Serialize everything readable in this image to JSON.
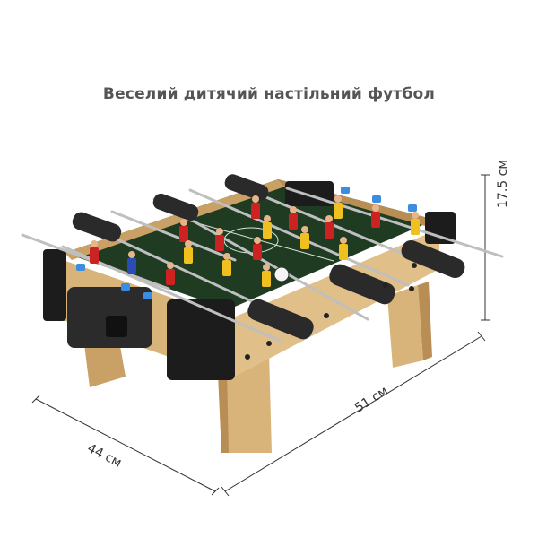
{
  "title": "Веселий дитячий настільний футбол",
  "dimensions": {
    "height": "17.5 см",
    "length": "51 см",
    "width": "44 см"
  },
  "colors": {
    "wood": "#d8b47a",
    "wood_dark": "#b88e55",
    "field": "#1f3b22",
    "black": "#1c1c1c",
    "rod": "#bfbfbf",
    "red_team": "#cc2222",
    "yellow_team": "#f0c020",
    "blue_guard": "#3a8de0"
  }
}
